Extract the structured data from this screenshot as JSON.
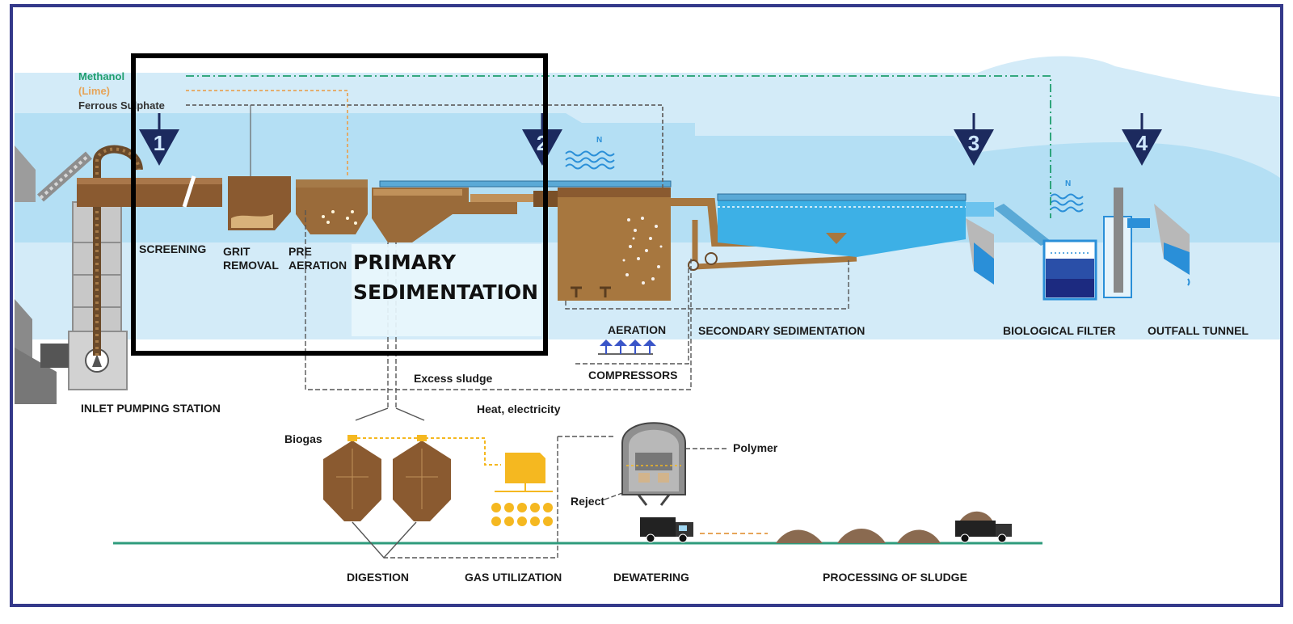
{
  "colors": {
    "frame": "#34398a",
    "water_light": "#d3ebf8",
    "water_mid": "#9fd6f1",
    "water_blue": "#3db0e6",
    "sludge_brown": "#9a6b3a",
    "pipe_dark": "#6b4a2a",
    "gas_yellow": "#f5b820",
    "methanol_green": "#1f9e6e",
    "lime_orange": "#e6a55a",
    "ferrous_gray": "#666666",
    "marker_navy": "#1c2a5e",
    "ground_green": "#2e9b7c"
  },
  "chemicals": {
    "methanol": "Methanol",
    "lime": "(Lime)",
    "ferrous": "Ferrous Sulphate"
  },
  "stages": {
    "screening": "SCREENING",
    "grit_line1": "GRIT",
    "grit_line2": "REMOVAL",
    "pre_line1": "PRE",
    "pre_line2": "AERATION",
    "aeration": "AERATION",
    "secondary": "SECONDARY SEDIMENTATION",
    "bio_filter": "BIOLOGICAL FILTER",
    "outfall": "OUTFALL TUNNEL",
    "compressors": "COMPRESSORS",
    "inlet": "INLET  PUMPING STATION",
    "excess": "Excess sludge",
    "heat": "Heat, electricity",
    "biogas": "Biogas",
    "polymer": "Polymer",
    "reject": "Reject",
    "digestion": "DIGESTION",
    "gas_util": "GAS UTILIZATION",
    "dewatering": "DEWATERING",
    "processing": "PROCESSING OF SLUDGE"
  },
  "markers": {
    "m1": "1",
    "m2": "2",
    "m3": "3",
    "m4": "4"
  },
  "n2": {
    "a": "N",
    "b": "N"
  },
  "callout": {
    "line1": "PRIMARY",
    "line2": "SEDIMENTATION"
  }
}
